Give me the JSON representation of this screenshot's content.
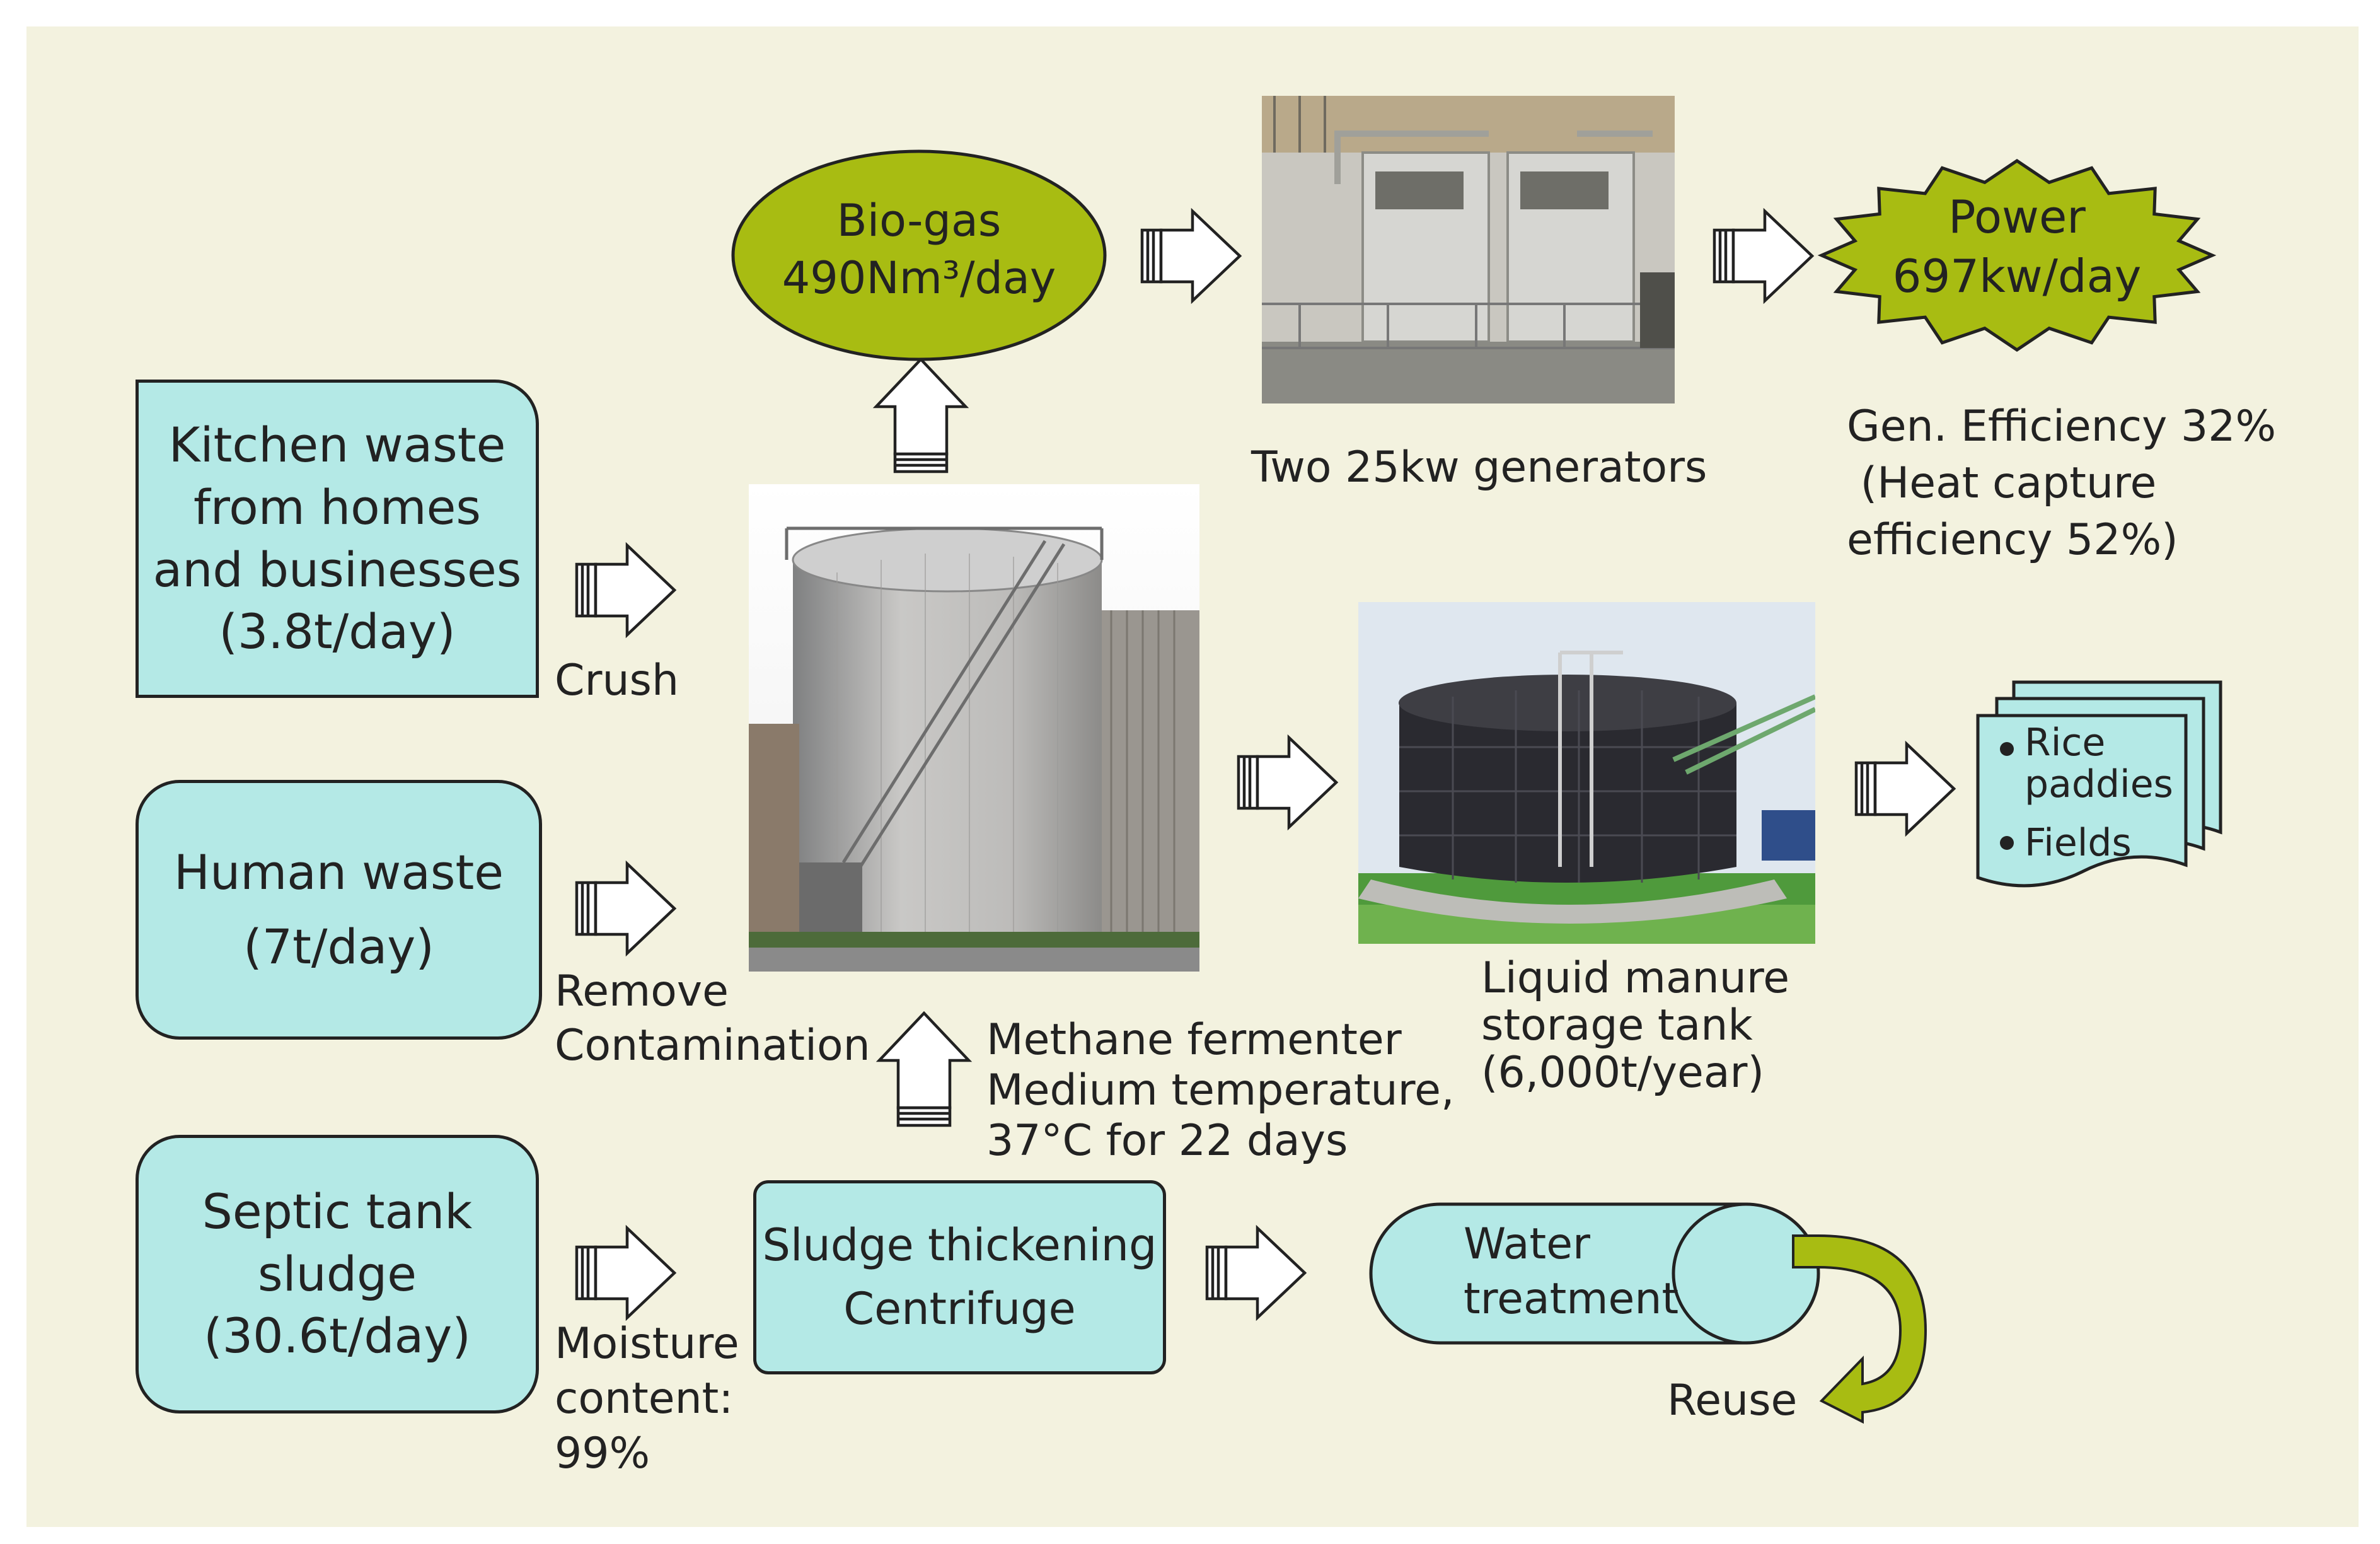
{
  "sources": {
    "kitchen": [
      "Kitchen waste",
      "from homes",
      "and businesses",
      "(3.8t/day)"
    ],
    "human": [
      "Human waste",
      "(7t/day)"
    ],
    "septic": [
      "Septic tank",
      "sludge",
      "(30.6t/day)"
    ]
  },
  "steps": {
    "crush": "Crush",
    "remove": [
      "Remove",
      "Contamination"
    ],
    "moisture": [
      "Moisture",
      "content:",
      "99%"
    ]
  },
  "fermenter_caption": [
    "Methane fermenter",
    "Medium temperature,",
    "37°C for 22 days"
  ],
  "biogas": {
    "line1": "Bio-gas",
    "line2": "490Nm³/day"
  },
  "generators_caption": "Two 25kw generators",
  "power": {
    "line1": "Power",
    "line2": "697kw/day"
  },
  "efficiency": [
    "Gen. Efficiency 32%",
    " (Heat capture",
    "efficiency 52%)"
  ],
  "storage_caption": [
    "Liquid manure",
    "storage tank",
    "(6,000t/year)"
  ],
  "fields": [
    "Rice",
    "paddies",
    "Fields"
  ],
  "centrifuge": [
    "Sludge thickening",
    "Centrifuge"
  ],
  "water": [
    "Water",
    "treatment"
  ],
  "reuse": "Reuse",
  "colors": {
    "panel_bg": "#f3f2df",
    "box_fill": "#b4e9e6",
    "green_fill": "#a8bc12",
    "arrow_outline": "#222222"
  }
}
